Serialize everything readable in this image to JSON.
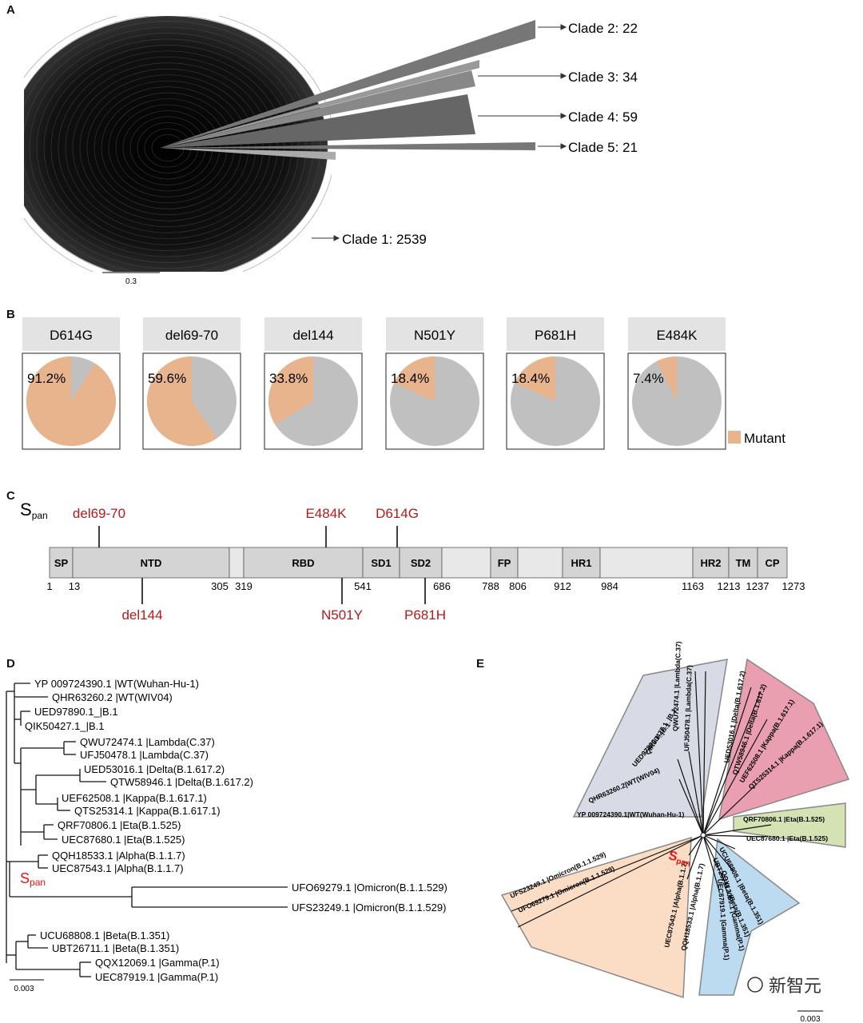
{
  "panels": {
    "a": "A",
    "b": "B",
    "c": "C",
    "d": "D",
    "e": "E"
  },
  "panel_a": {
    "clades": [
      "Clade 2: 22",
      "Clade 3: 34",
      "Clade 4: 59",
      "Clade 5: 21",
      "Clade 1: 2539"
    ],
    "scale": "0.3"
  },
  "chart_data": {
    "type": "pie",
    "legend": "Mutant",
    "legend_position": "bottom-right",
    "colors": {
      "mutant": "#e8b48d",
      "wildtype": "#c0c0c0"
    },
    "series": [
      {
        "name": "D614G",
        "mutant_label": "91.2%",
        "mutant_percent": 91.2
      },
      {
        "name": "del69-70",
        "mutant_label": "59.6%",
        "mutant_percent": 59.6
      },
      {
        "name": "del144",
        "mutant_label": "33.8%",
        "mutant_percent": 33.8
      },
      {
        "name": "N501Y",
        "mutant_label": "18.4%",
        "mutant_percent": 18.4
      },
      {
        "name": "P681H",
        "mutant_label": "18.4%",
        "mutant_percent": 18.4
      },
      {
        "name": "E484K",
        "mutant_label": "7.4%",
        "mutant_percent": 7.4
      }
    ]
  },
  "panel_c": {
    "title_main": "S",
    "title_sub": "pan",
    "domains": [
      {
        "label": "SP",
        "start": 1,
        "end": 13
      },
      {
        "label": "NTD",
        "start": 13,
        "end": 305
      },
      {
        "label": "",
        "start": 305,
        "end": 319
      },
      {
        "label": "RBD",
        "start": 319,
        "end": 541
      },
      {
        "label": "SD1",
        "start": 541,
        "end": 610
      },
      {
        "label": "SD2",
        "start": 610,
        "end": 686
      },
      {
        "label": "",
        "start": 686,
        "end": 788
      },
      {
        "label": "FP",
        "start": 788,
        "end": 806
      },
      {
        "label": "",
        "start": 806,
        "end": 912
      },
      {
        "label": "HR1",
        "start": 912,
        "end": 984
      },
      {
        "label": "",
        "start": 984,
        "end": 1163
      },
      {
        "label": "HR2",
        "start": 1163,
        "end": 1213
      },
      {
        "label": "TM",
        "start": 1213,
        "end": 1237
      },
      {
        "label": "CP",
        "start": 1237,
        "end": 1273
      }
    ],
    "ticks": [
      "1",
      "13",
      "305",
      "319",
      "541",
      "686",
      "788",
      "806",
      "912",
      "984",
      "1163",
      "1213",
      "1237",
      "1273"
    ],
    "mutations_top": [
      {
        "label": "del69-70",
        "pos": 69
      },
      {
        "label": "E484K",
        "pos": 484
      },
      {
        "label": "D614G",
        "pos": 614
      }
    ],
    "mutations_bottom": [
      {
        "label": "del144",
        "pos": 144
      },
      {
        "label": "N501Y",
        "pos": 501
      },
      {
        "label": "P681H",
        "pos": 681
      }
    ]
  },
  "panel_d": {
    "leaves": [
      "YP 009724390.1 |WT(Wuhan-Hu-1)",
      "QHR63260.2 |WT(WIV04)",
      "UED97890.1_|B.1",
      "QIK50427.1_|B.1",
      "QWU72474.1 |Lambda(C.37)",
      "UFJ50478.1 |Lambda(C.37)",
      "UED53016.1 |Delta(B.1.617.2)",
      "QTW58946.1 |Delta(B.1.617.2)",
      "UEF62508.1 |Kappa(B.1.617.1)",
      "QTS25314.1 |Kappa(B.1.617.1)",
      "QRF70806.1 |Eta(B.1.525)",
      "UEC87680.1 |Eta(B.1.525)",
      "QQH18533.1 |Alpha(B.1.1.7)",
      "UEC87543.1 |Alpha(B.1.1.7)",
      "UFO69279.1 |Omicron(B.1.1.529)",
      "UFS23249.1 |Omicron(B.1.1.529)",
      "UCU68808.1 |Beta(B.1.351)",
      "UBT26711.1 |Beta(B.1.351)",
      "QQX12069.1 |Gamma(P.1)",
      "UEC87919.1 |Gamma(P.1)"
    ],
    "span_main": "S",
    "span_sub": "pan",
    "scale": "0.003"
  },
  "panel_e": {
    "leaves": [
      "YP 009724390.1|WT(Wuhan-Hu-1)",
      "QHR63260.2|WT(WIV04)",
      "UED97890.1_|B.1",
      "QIK50427.1_|B.1",
      "QWU72474.1 |Lambda(C.37)",
      "UFJ50478.1 |Lambda(C.37)",
      "UED53016.1 |Delta(B.1.617.2)",
      "QTW58946.1 |Delta(B.1.617.2)",
      "UEF62508.1 |Kappa(B.1.617.1)",
      "QTS25314.1 |Kappa(B.1.617.1)",
      "QRF70806.1 |Eta(B.1.525)",
      "UEC87680.1 |Eta(B.1.525)",
      "UCU68808.1 |Beta(B.1.351)",
      "UBT26711.1 |Beta(B.1.351)",
      "QQX12069.1 |Gamma(P.1)",
      "UEC87919.1 |Gamma(P.1)",
      "QQH18533.1 |Alpha(B.1.1.7)",
      "UEC87543.1 |Alpha(B.1.1.7)",
      "UFO69279.1 |Omicron(B.1.1.529)",
      "UFS23249.1 |Omicron(B.1.1.529)"
    ],
    "span_main": "S",
    "span_sub": "pan",
    "scale": "0.003",
    "watermark": "新智元"
  }
}
